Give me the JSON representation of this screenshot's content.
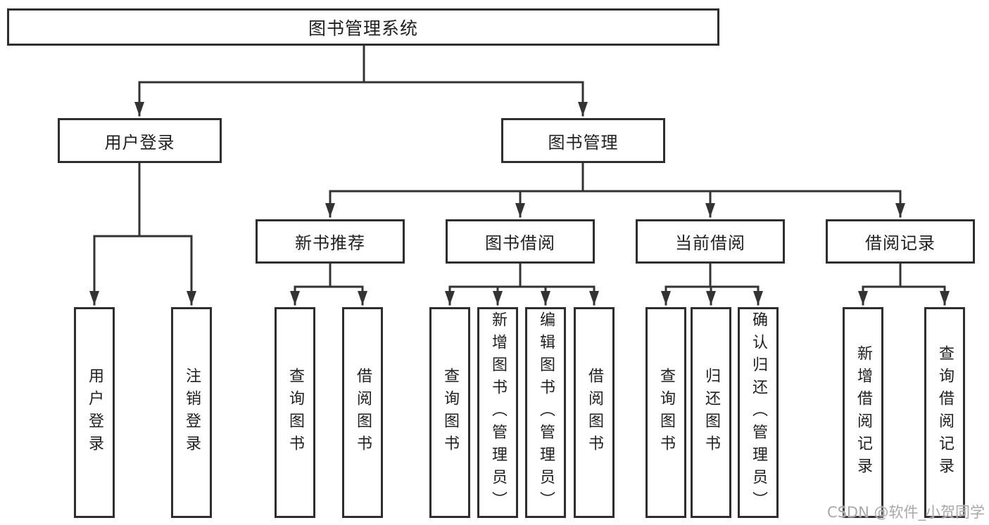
{
  "diagram": {
    "type": "hierarchy-tree",
    "watermark": "CSDN @软件_小贺同学",
    "colors": {
      "background": "#ffffff",
      "box_border": "#2e2e2e",
      "connector_line": "#333333",
      "text": "#1f1f1f",
      "watermark_text": "#a8a8a8"
    },
    "tree": {
      "label": "图书管理系统",
      "children": [
        {
          "label": "用户登录",
          "children": [
            {
              "label": "用户登录"
            },
            {
              "label": "注销登录"
            }
          ]
        },
        {
          "label": "图书管理",
          "children": [
            {
              "label": "新书推荐",
              "children": [
                {
                  "label": "查询图书"
                },
                {
                  "label": "借阅图书"
                }
              ]
            },
            {
              "label": "图书借阅",
              "children": [
                {
                  "label": "查询图书"
                },
                {
                  "label": "新增图书（管理员）"
                },
                {
                  "label": "编辑图书（管理员）"
                },
                {
                  "label": "借阅图书"
                }
              ]
            },
            {
              "label": "当前借阅",
              "children": [
                {
                  "label": "查询图书"
                },
                {
                  "label": "归还图书"
                },
                {
                  "label": "确认归还（管理员）"
                }
              ]
            },
            {
              "label": "借阅记录",
              "children": [
                {
                  "label": "新增借阅记录"
                },
                {
                  "label": "查询借阅记录"
                }
              ]
            }
          ]
        }
      ]
    }
  }
}
